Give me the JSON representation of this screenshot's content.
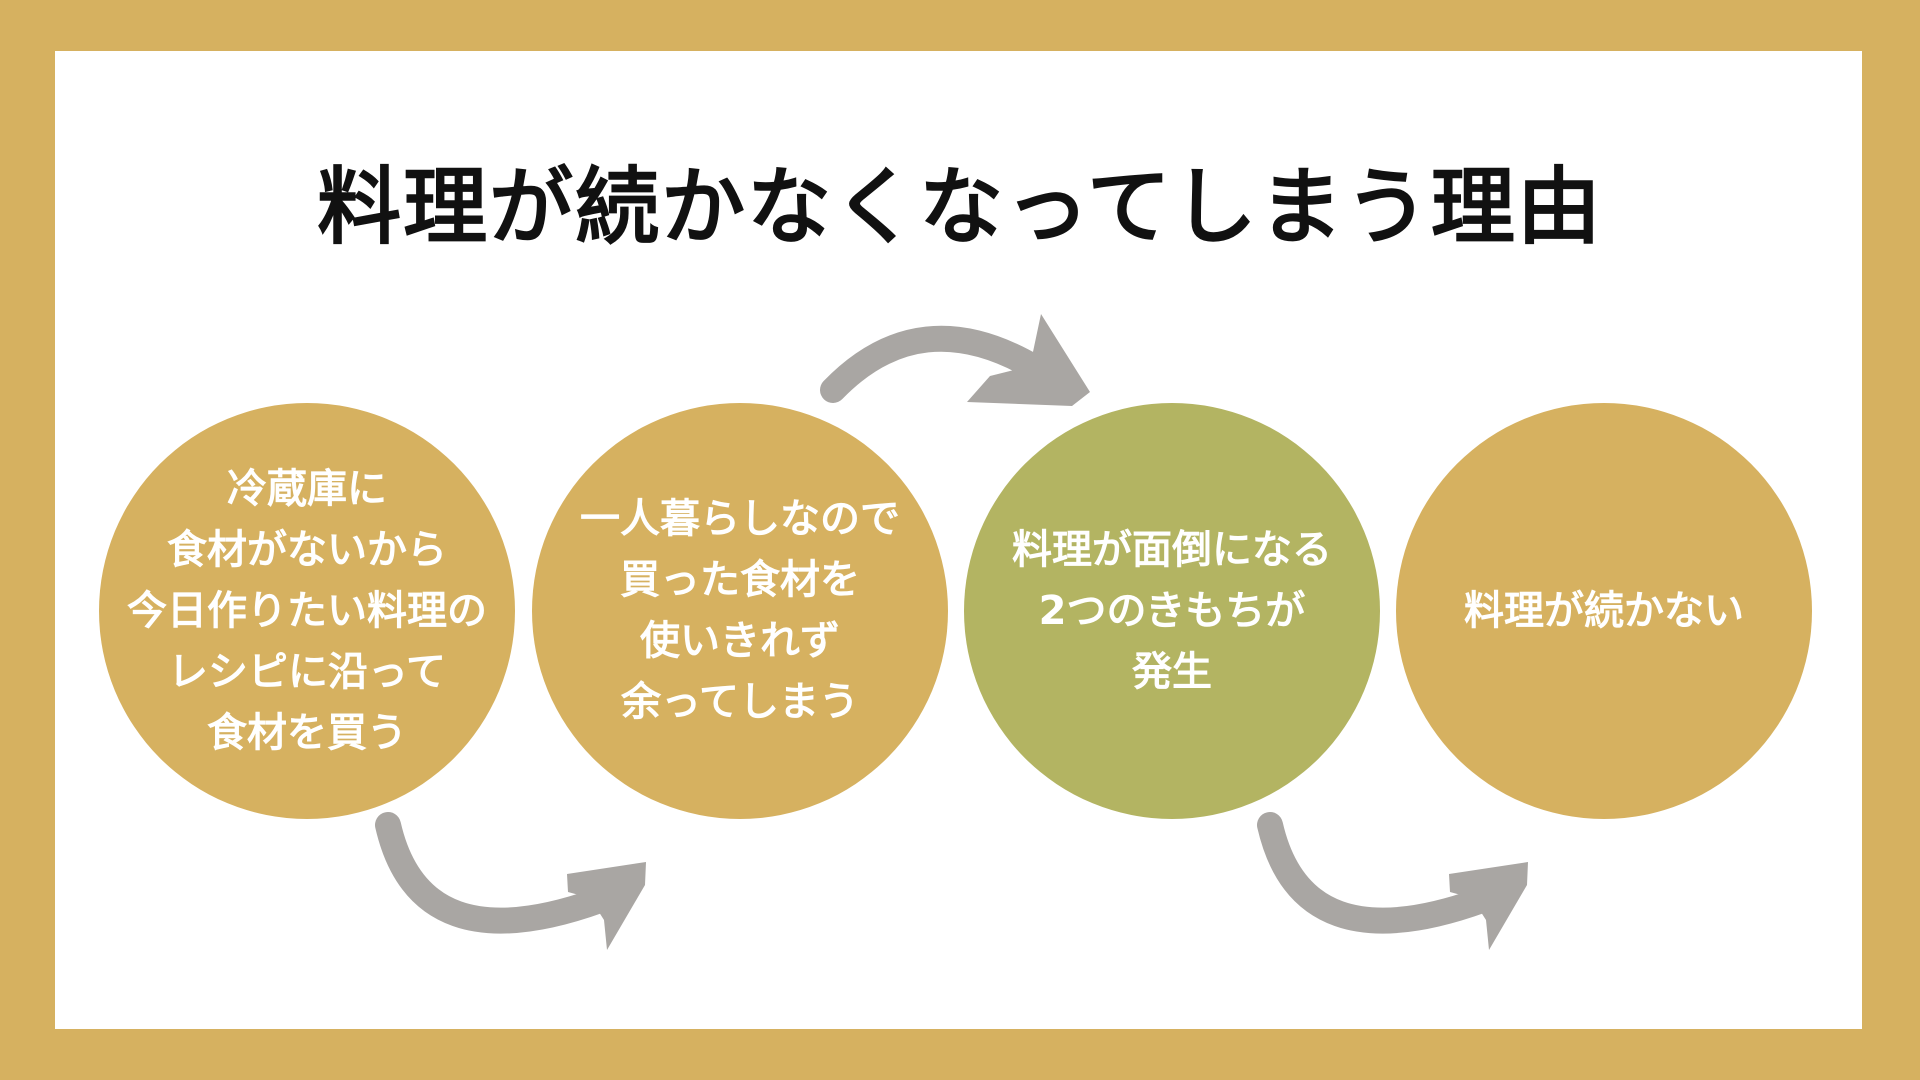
{
  "title": "料理が続かなくなってしまう理由",
  "colors": {
    "frame": "#D6B160",
    "gold": "#D6B160",
    "green": "#B3B462",
    "arrow": "#A9A6A3"
  },
  "steps": [
    {
      "lines": [
        "冷蔵庫に",
        "食材がないから",
        "今日作りたい料理の",
        "レシピに沿って",
        "食材を買う"
      ]
    },
    {
      "lines": [
        "一人暮らしなので",
        "買った食材を",
        "使いきれず",
        "余ってしまう"
      ]
    },
    {
      "lines": [
        "料理が面倒になる",
        "2つのきもちが",
        "発生"
      ]
    },
    {
      "lines": [
        "料理が続かない"
      ]
    }
  ]
}
